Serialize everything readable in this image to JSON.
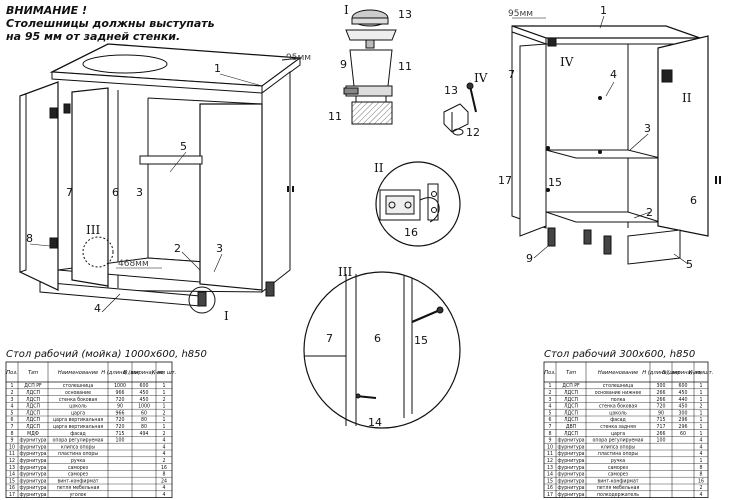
{
  "notice": {
    "line1": "ВНИМАНИЕ !",
    "line2": "Столешницы должны выступать",
    "line3": "на 95 мм от задней стенки."
  },
  "dims": {
    "left_offset": "95мм",
    "right_offset": "95мм",
    "inner_dim": "468мм"
  },
  "left_callouts": [
    "1",
    "2",
    "3",
    "3",
    "4",
    "5",
    "6",
    "7",
    "8"
  ],
  "left_roman": [
    "I",
    "III"
  ],
  "hardware_callouts": [
    "9",
    "11",
    "11",
    "12",
    "13",
    "13"
  ],
  "hardware_roman": [
    "I",
    "IV"
  ],
  "hinge_callouts": [
    "16"
  ],
  "hinge_roman": [
    "II"
  ],
  "detail_callouts": [
    "6",
    "7",
    "14",
    "15"
  ],
  "detail_roman": [
    "III"
  ],
  "right_callouts": [
    "1",
    "2",
    "3",
    "4",
    "5",
    "6",
    "7",
    "9",
    "15",
    "17"
  ],
  "right_roman": [
    "IV",
    "II"
  ],
  "table_left": {
    "caption": "Стол рабочий (мойка) 1000х600, h850",
    "headers": [
      "Поз.",
      "Тип",
      "Наименование",
      "Н (длина), мм",
      "В (ширина), мм",
      "К-во, шт."
    ],
    "rows": [
      [
        "1",
        "ДСП РF",
        "столешница",
        "1000",
        "600",
        "1"
      ],
      [
        "2",
        "ЛДСП",
        "основание",
        "966",
        "450",
        "1"
      ],
      [
        "3",
        "ЛДСП",
        "стенка боковая",
        "720",
        "450",
        "2"
      ],
      [
        "4",
        "ЛДСП",
        "цоколь",
        "90",
        "1000",
        "1"
      ],
      [
        "5",
        "ЛДСП",
        "царга",
        "966",
        "60",
        "2"
      ],
      [
        "6",
        "ЛДСП",
        "царга вертикальная",
        "720",
        "80",
        "1"
      ],
      [
        "7",
        "ЛДСП",
        "царга вертикальная",
        "720",
        "80",
        "1"
      ],
      [
        "8",
        "МДФ",
        "фасад",
        "715",
        "494",
        "2"
      ],
      [
        "9",
        "фурнитура",
        "опора регулируемая",
        "100",
        "",
        "4"
      ],
      [
        "10",
        "фурнитура",
        "клипса опоры",
        "",
        "",
        "4"
      ],
      [
        "11",
        "фурнитура",
        "пластина опоры",
        "",
        "",
        "4"
      ],
      [
        "12",
        "фурнитура",
        "ручка",
        "",
        "",
        "2"
      ],
      [
        "13",
        "фурнитура",
        "саморез",
        "",
        "",
        "16"
      ],
      [
        "14",
        "фурнитура",
        "саморез",
        "",
        "",
        "8"
      ],
      [
        "15",
        "фурнитура",
        "винт-конфирмат",
        "",
        "",
        "24"
      ],
      [
        "16",
        "фурнитура",
        "петля мебельная",
        "",
        "",
        "4"
      ],
      [
        "17",
        "фурнитура",
        "уголок",
        "",
        "",
        "4"
      ]
    ]
  },
  "table_right": {
    "caption": "Стол рабочий 300х600, h850",
    "headers": [
      "Поз.",
      "Тип",
      "Наименование",
      "Н (длина), мм",
      "В (ширина), мм",
      "К-во, шт."
    ],
    "rows": [
      [
        "1",
        "ДСП РF",
        "столешница",
        "300",
        "600",
        "1"
      ],
      [
        "2",
        "ЛДСП",
        "основание нижнее",
        "266",
        "450",
        "1"
      ],
      [
        "3",
        "ЛДСП",
        "полка",
        "266",
        "440",
        "1"
      ],
      [
        "4",
        "ЛДСП",
        "стенка боковая",
        "720",
        "450",
        "2"
      ],
      [
        "5",
        "ЛДСП",
        "цоколь",
        "90",
        "300",
        "1"
      ],
      [
        "6",
        "ЛДСП",
        "фасад",
        "715",
        "296",
        "1"
      ],
      [
        "7",
        "ДВП",
        "стенка задняя",
        "717",
        "296",
        "1"
      ],
      [
        "8",
        "ЛДСП",
        "царга",
        "266",
        "60",
        "1"
      ],
      [
        "9",
        "фурнитура",
        "опора регулируемая",
        "100",
        "",
        "4"
      ],
      [
        "10",
        "фурнитура",
        "клипса опоры",
        "",
        "",
        "4"
      ],
      [
        "11",
        "фурнитура",
        "пластина опоры",
        "",
        "",
        "4"
      ],
      [
        "12",
        "фурнитура",
        "ручка",
        "",
        "",
        "1"
      ],
      [
        "13",
        "фурнитура",
        "саморез",
        "",
        "",
        "8"
      ],
      [
        "14",
        "фурнитура",
        "саморез",
        "",
        "",
        "8"
      ],
      [
        "15",
        "фурнитура",
        "винт-конфирмат",
        "",
        "",
        "16"
      ],
      [
        "16",
        "фурнитура",
        "петля мебельная",
        "",
        "",
        "2"
      ],
      [
        "17",
        "фурнитура",
        "полкодержатель",
        "",
        "",
        "4"
      ]
    ]
  },
  "colors": {
    "line": "#111111",
    "paper": "#ffffff",
    "hatch": "#555555"
  }
}
